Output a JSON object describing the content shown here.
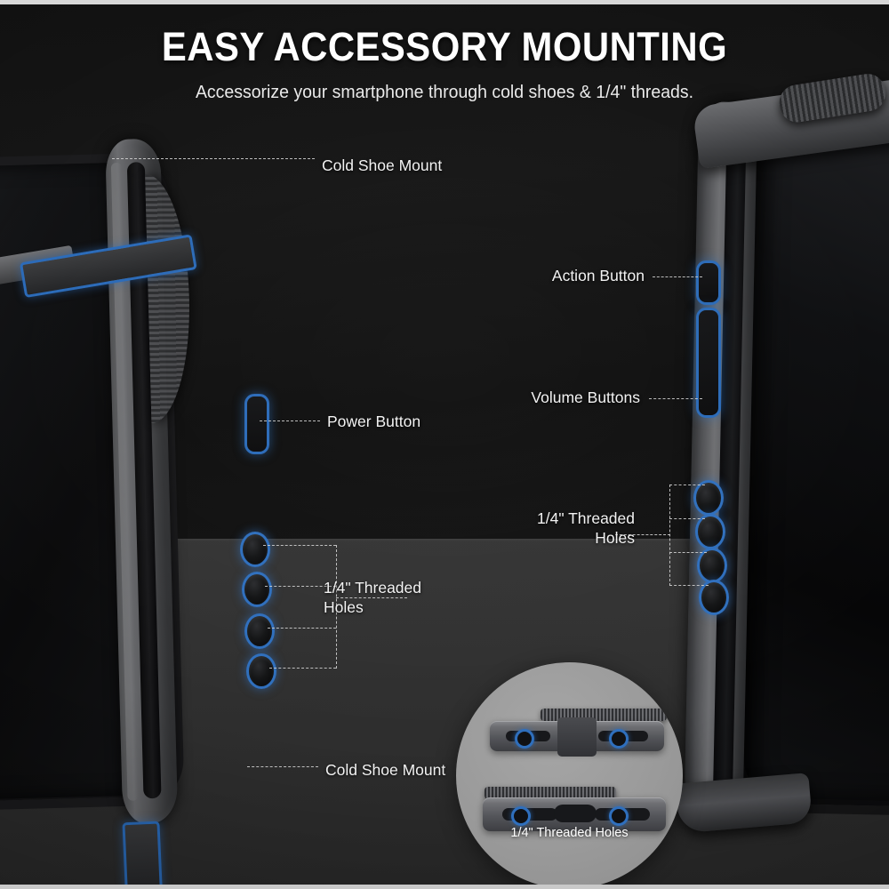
{
  "header": {
    "title": "EASY ACCESSORY MOUNTING",
    "subtitle": "Accessorize your smartphone through cold shoes & 1/4\" threads."
  },
  "colors": {
    "accent_blue": "#2a6ab8",
    "background_top": "#121212",
    "background_bottom": "#343434",
    "text": "#f2f2f2",
    "leader_line": "#cfcfcf",
    "inset_background": "#9a9a9a"
  },
  "callouts": {
    "left": [
      {
        "id": "cold-shoe-mount-top",
        "label": "Cold Shoe Mount"
      },
      {
        "id": "power-button",
        "label": "Power Button"
      },
      {
        "id": "threaded-holes-left",
        "label": "1/4\" Threaded\nHoles",
        "hole_count": 4
      },
      {
        "id": "cold-shoe-mount-bottom",
        "label": "Cold Shoe Mount"
      }
    ],
    "right": [
      {
        "id": "action-button",
        "label": "Action Button"
      },
      {
        "id": "volume-buttons",
        "label": "Volume Buttons"
      },
      {
        "id": "threaded-holes-right",
        "label": "1/4\" Threaded\nHoles",
        "hole_count": 4
      }
    ]
  },
  "inset": {
    "caption": "1/4\" Threaded Holes",
    "hole_count": 4
  }
}
